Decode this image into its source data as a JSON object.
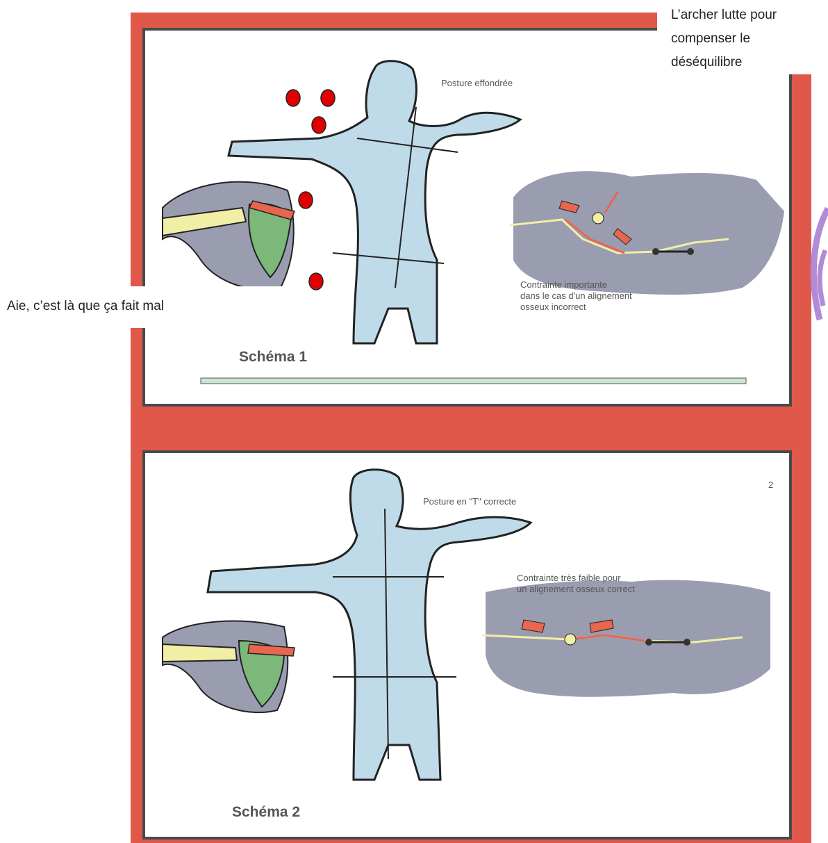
{
  "callouts": {
    "top_right_lines": [
      "L’archer lutte pour",
      "compenser le",
      "déséquilibre"
    ],
    "left": "Aie, c’est là que ça fait mal"
  },
  "schema1": {
    "title": "Schéma 1",
    "posture_label": "Posture effondrée",
    "constraint_lines": [
      "Contrainte importante",
      "dans le cas d'un alignement",
      "osseux incorrect"
    ]
  },
  "schema2": {
    "title": "Schéma 2",
    "page_number": "2",
    "posture_label": "Posture en \"T\" correcte",
    "constraint_lines": [
      "Contrainte très faible pour",
      "un alignement osseux correct"
    ]
  },
  "colors": {
    "frame": "#e0584a",
    "body_fill": "#bfdbea",
    "grey_zone": "#9a9cb0",
    "muscle": "#e8664e",
    "bone": "#f1efa6",
    "scapula": "#7bb87a",
    "marker": "#e00000"
  }
}
